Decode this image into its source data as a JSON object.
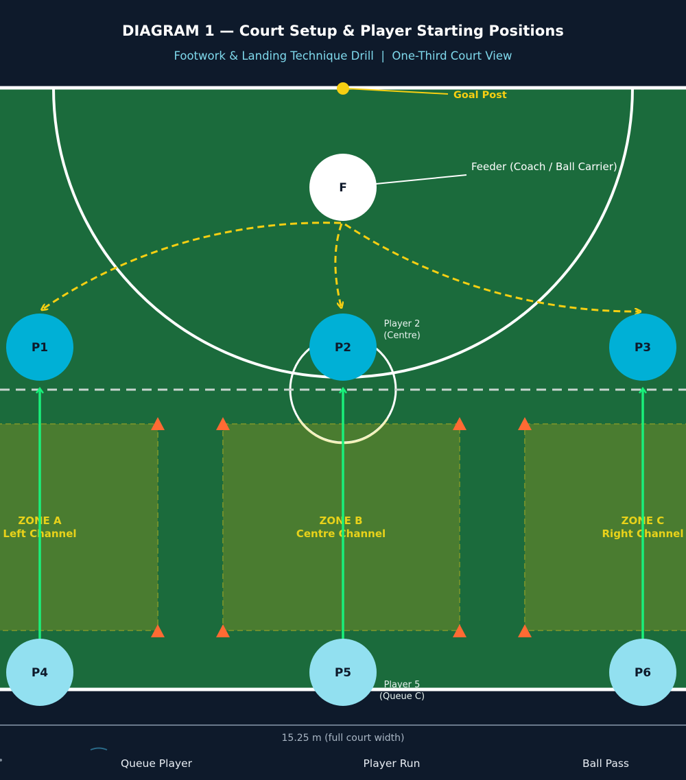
{
  "header": {
    "title": "DIAGRAM 1 — Court Setup & Player Starting Positions",
    "subtitle": "Footwork & Landing Technique Drill  |  One-Third Court View"
  },
  "annotations": {
    "goal_post": "Goal Post",
    "feeder": "Feeder (Coach / Ball Carrier)",
    "player2_line1": "Player 2",
    "player2_line2": "(Centre)",
    "player5_line1": "Player 5",
    "player5_line2": "(Queue C)",
    "court_width": "15.25 m (full court width)"
  },
  "zones": [
    {
      "line1": "ZONE A",
      "line2": "Left Channel"
    },
    {
      "line1": "ZONE B",
      "line2": "Centre Channel"
    },
    {
      "line1": "ZONE C",
      "line2": "Right Channel"
    }
  ],
  "feeder": {
    "label": "F"
  },
  "players": {
    "active": [
      "P1",
      "P2",
      "P3"
    ],
    "queue": [
      "P4",
      "P5",
      "P6"
    ]
  },
  "legend": {
    "queue_player": "Queue Player",
    "player_run": "Player Run",
    "ball_pass": "Ball Pass"
  },
  "colors": {
    "background": "#0e1a2b",
    "court": "#1b6b3c",
    "zone_fill": "#4a7c30",
    "active_player": "#00b0d6",
    "queue_player": "#92e0f0",
    "run_arrow": "#19f07a",
    "pass_arrow": "#f6cf12",
    "cone": "#ff6a33",
    "goal_post": "#f6cf12"
  }
}
